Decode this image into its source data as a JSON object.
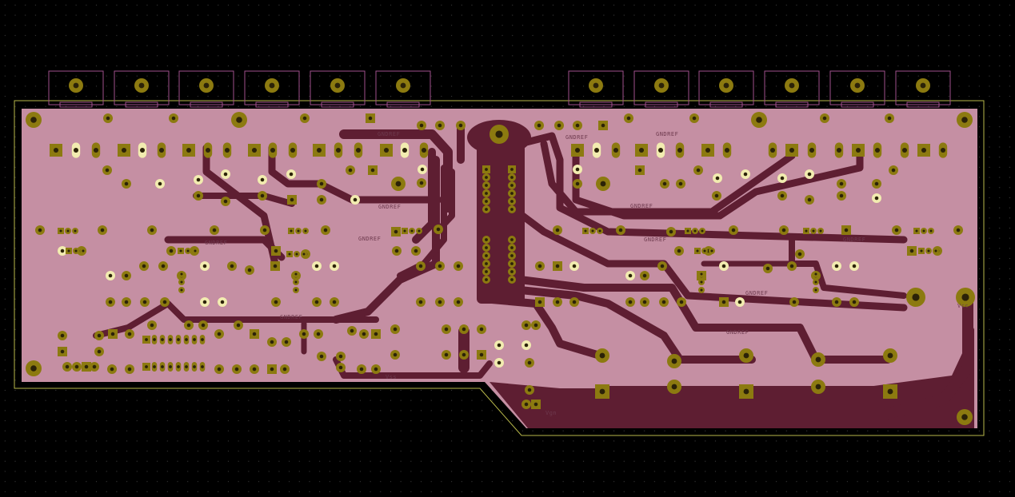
{
  "board": {
    "net_labels": [
      {
        "text": "GNDREF"
      },
      {
        "text": "GNDREF"
      },
      {
        "text": "GNDREF"
      },
      {
        "text": "GNDREF"
      },
      {
        "text": "GNDREF"
      },
      {
        "text": "GNDREF"
      },
      {
        "text": "GNDREF"
      },
      {
        "text": "GNDREF"
      },
      {
        "text": "GNDREF"
      },
      {
        "text": "GNDREF"
      },
      {
        "text": "GNDREF"
      },
      {
        "text": "GNDREF"
      },
      {
        "text": "Vss"
      },
      {
        "text": "Vgn"
      },
      {
        "text": "Vcc"
      }
    ],
    "colors": {
      "background": "#000000",
      "board_fill": "#c58fa3",
      "copper": "#5e1e32",
      "pad": "#8c7a10",
      "pad_hole": "#2b2208",
      "edge_cuts": "#b8b84a",
      "silkscreen": "#a0508c",
      "highlight_pad": "#f2ecb0"
    },
    "icons": [
      "connector-pad-icon",
      "mounting-hole-icon",
      "via-icon"
    ]
  }
}
